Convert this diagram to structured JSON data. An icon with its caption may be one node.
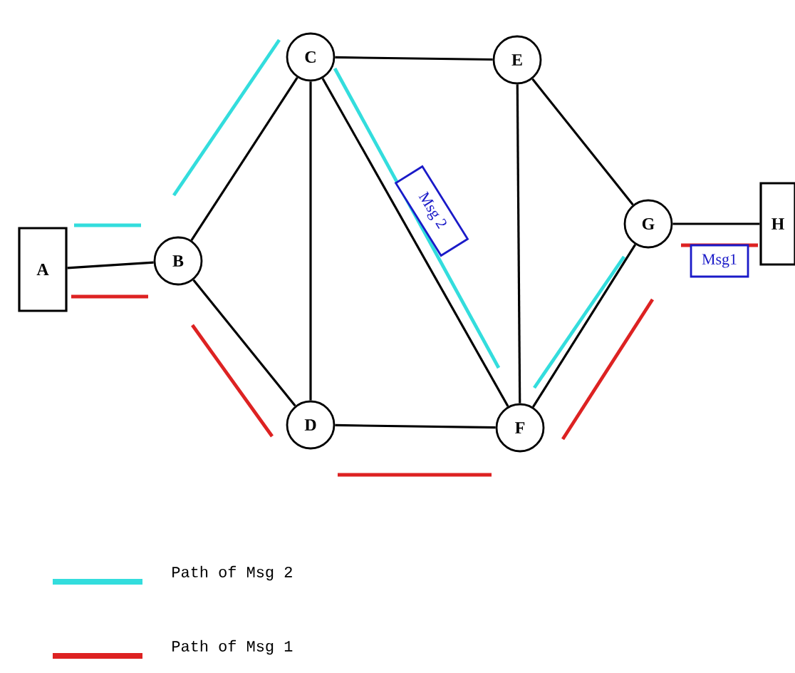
{
  "diagram": {
    "nodes": [
      {
        "text": [
          "A"
        ]
      },
      {
        "text": [
          "B"
        ]
      },
      {
        "text": [
          "C"
        ]
      },
      {
        "text": [
          "D"
        ]
      },
      {
        "text": [
          "E"
        ]
      },
      {
        "text": [
          "F"
        ]
      },
      {
        "text": [
          "G"
        ]
      },
      {
        "text": [
          "H"
        ]
      },
      {
        "text": [
          "Msg 2"
        ]
      },
      {
        "text": [
          "Msg1"
        ]
      }
    ],
    "edges": [
      {
        "from": 0,
        "to": 1,
        "arrow": "none"
      },
      {
        "from": 1,
        "to": 2,
        "arrow": "none"
      },
      {
        "from": 1,
        "to": 3,
        "arrow": "none"
      },
      {
        "from": 2,
        "to": 3,
        "arrow": "none"
      },
      {
        "from": 2,
        "to": 4,
        "arrow": "none"
      },
      {
        "from": 2,
        "to": 5,
        "arrow": "none"
      },
      {
        "from": 3,
        "to": 5,
        "arrow": "none"
      },
      {
        "from": 4,
        "to": 5,
        "arrow": "none"
      },
      {
        "from": 4,
        "to": 6,
        "arrow": "none"
      },
      {
        "from": 5,
        "to": 6,
        "arrow": "none"
      },
      {
        "from": 6,
        "to": 7,
        "arrow": "none"
      }
    ],
    "legend": [
      {
        "text": "Path of Msg 2",
        "color": "#33dddd"
      },
      {
        "text": "Path of Msg 1",
        "color": "#dd2222"
      }
    ]
  }
}
